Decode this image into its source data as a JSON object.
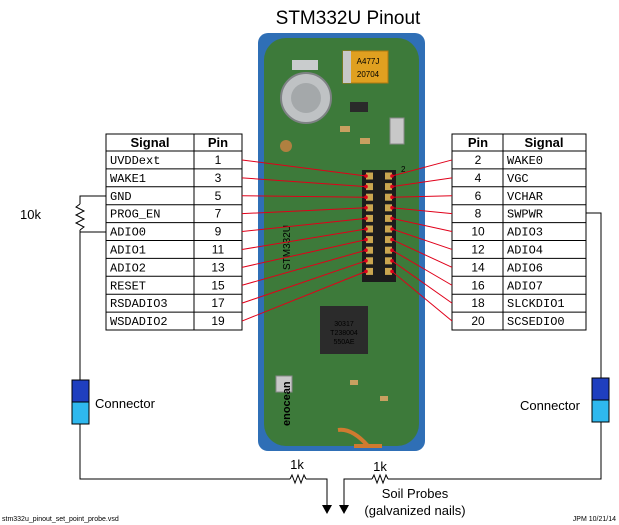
{
  "title": "STM332U Pinout",
  "left_table": {
    "headers": [
      "Signal",
      "Pin"
    ],
    "rows": [
      {
        "signal": "UVDDext",
        "pin": "1"
      },
      {
        "signal": "WAKE1",
        "pin": "3"
      },
      {
        "signal": "GND",
        "pin": "5"
      },
      {
        "signal": "PROG_EN",
        "pin": "7"
      },
      {
        "signal": "ADIO0",
        "pin": "9"
      },
      {
        "signal": "ADIO1",
        "pin": "11"
      },
      {
        "signal": "ADIO2",
        "pin": "13"
      },
      {
        "signal": "RESET",
        "pin": "15"
      },
      {
        "signal": "RSDADIO3",
        "pin": "17"
      },
      {
        "signal": "WSDADIO2",
        "pin": "19"
      }
    ]
  },
  "right_table": {
    "headers": [
      "Pin",
      "Signal"
    ],
    "rows": [
      {
        "pin": "2",
        "signal": "WAKE0"
      },
      {
        "pin": "4",
        "signal": "VGC"
      },
      {
        "pin": "6",
        "signal": "VCHAR"
      },
      {
        "pin": "8",
        "signal": "SWPWR"
      },
      {
        "pin": "10",
        "signal": "ADIO3"
      },
      {
        "pin": "12",
        "signal": "ADIO4"
      },
      {
        "pin": "14",
        "signal": "ADIO6"
      },
      {
        "pin": "16",
        "signal": "ADIO7"
      },
      {
        "pin": "18",
        "signal": "SLCKDIO1"
      },
      {
        "pin": "20",
        "signal": "SCSEDIO0"
      }
    ]
  },
  "labels": {
    "resistor_10k": "10k",
    "connector_left": "Connector",
    "connector_right": "Connector",
    "resistor_1k_left": "1k",
    "resistor_1k_right": "1k",
    "soil_probes": "Soil Probes",
    "galvanized_nails": "(galvanized nails)",
    "filename": "stm332u_pinout_set_point_probe.vsd",
    "author_date": "JPM 10/21/14"
  },
  "board": {
    "capacitor_marking_1": "A477J",
    "capacitor_marking_2": "20704",
    "chip_marking_1": "30317",
    "chip_marking_2": "T238004",
    "chip_marking_3": "550AE",
    "module_marking": "STM332U",
    "brand": "enocean",
    "header_pin_label": "2"
  },
  "colors": {
    "pcb_green": "#3d7a3a",
    "blue_border": "#2f6fb6",
    "red_lines": "#e0001a",
    "connector_dark_blue": "#1f3fbf",
    "connector_light_blue": "#2fb8ee",
    "capacitor_orange": "#e0a020",
    "antenna_wire": "#d07a30"
  }
}
